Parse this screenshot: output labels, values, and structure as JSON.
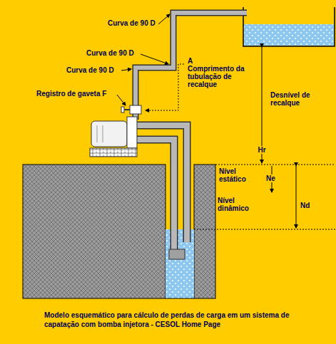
{
  "diagram": {
    "caption": "Modelo esquemático para cálculo de perdas de carga em um sistema de capatação com bomba injetora - CESOL Home Page",
    "labels": [
      "Curva de 90 D",
      "Curva de 90 D",
      "Curva de 90 D",
      "A",
      "Comprimento da tubulação de recalque",
      "Registro de gaveta F",
      "Hr",
      "Desnível de recalque",
      "Ne",
      "Nível estático",
      "Nível dinâmico",
      "Nd"
    ]
  }
}
